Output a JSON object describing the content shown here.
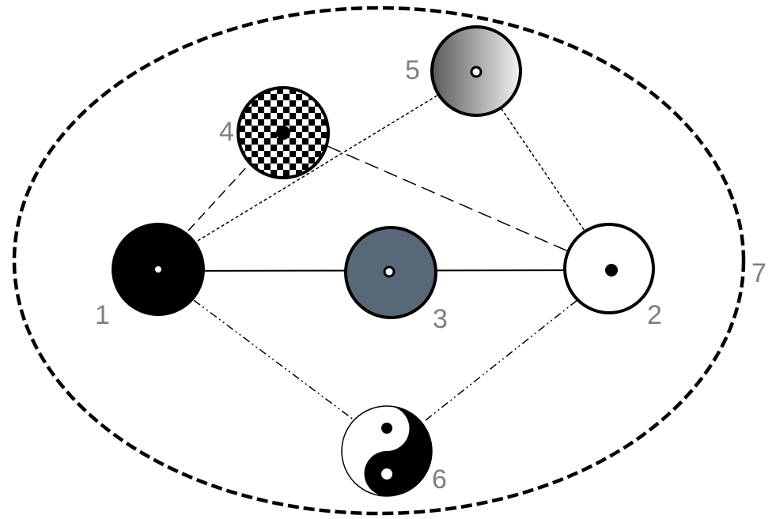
{
  "diagram": {
    "labels": {
      "node1": "1",
      "node2": "2",
      "node3": "3",
      "node4": "4",
      "node5": "5",
      "node6": "6",
      "boundary": "7"
    },
    "colors": {
      "node1_fill": "#000000",
      "node2_fill": "#ffffff",
      "node3_fill": "#586878",
      "node5_gradient_start": "#5a5a5a",
      "node5_gradient_end": "#f2f2f2",
      "label_color": "#7f7f7f",
      "line_color": "#000000"
    },
    "node_patterns": {
      "node1": "solid-black",
      "node2": "hollow-ring",
      "node3": "solid-slate",
      "node4": "checkerboard",
      "node5": "gradient",
      "node6": "yin-yang"
    }
  }
}
